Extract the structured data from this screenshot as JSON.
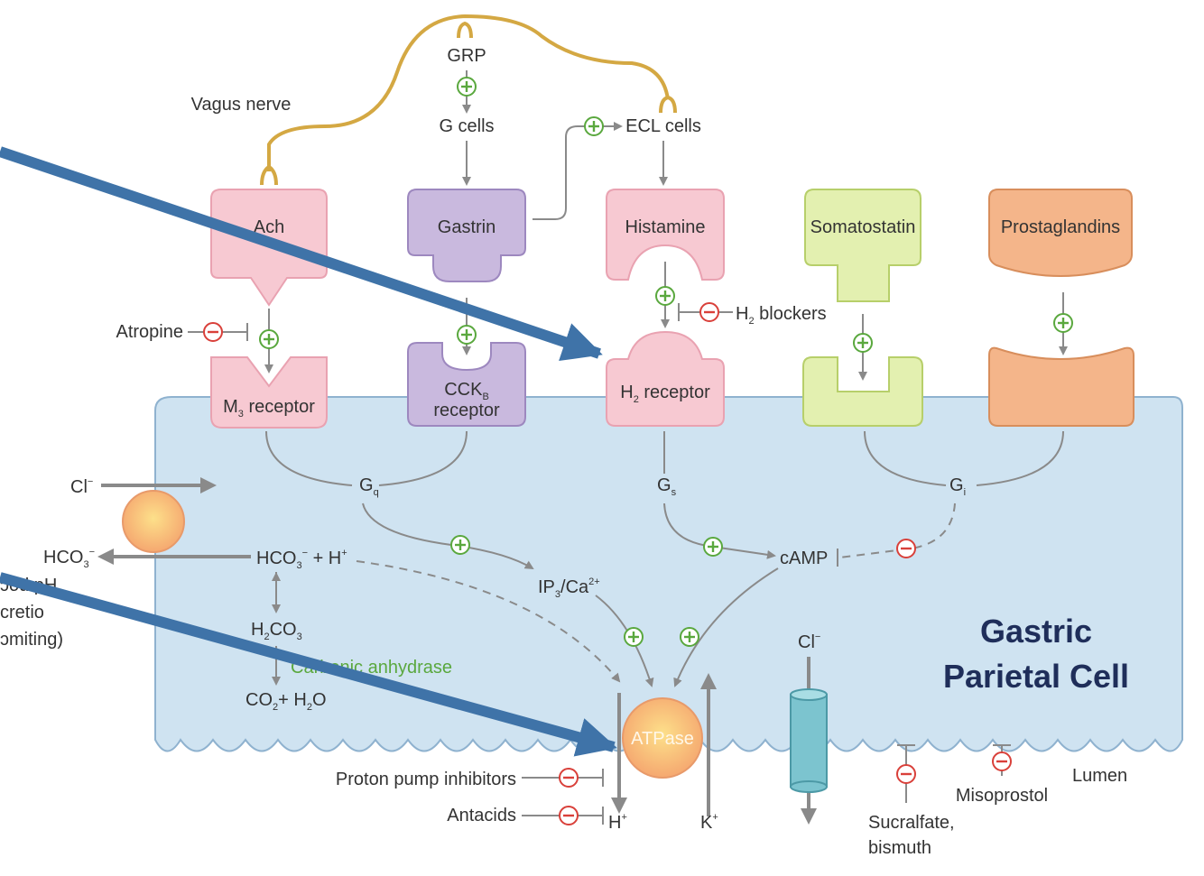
{
  "labels": {
    "grp": "GRP",
    "vagus_nerve": "Vagus nerve",
    "g_cells": "G cells",
    "ecl_cells": "ECL cells",
    "ach": "Ach",
    "gastrin": "Gastrin",
    "histamine": "Histamine",
    "somatostatin": "Somatostatin",
    "prostaglandins": "Prostaglandins",
    "atropine": "Atropine",
    "h2_blockers_pre": "H",
    "h2_blockers_sub": "2",
    "h2_blockers_post": " blockers",
    "m3_pre": "M",
    "m3_sub": "3",
    "m3_post": " receptor",
    "cckb_pre": "CCK",
    "cckb_sub": "B",
    "cckb_line2": "receptor",
    "h2r_pre": "H",
    "h2r_sub": "2",
    "h2r_post": " receptor",
    "gq": "G",
    "gq_sub": "q",
    "gs": "G",
    "gs_sub": "s",
    "gi": "G",
    "gi_sub": "i",
    "cl_left": "Cl",
    "cl_left_sup": "−",
    "hco3_left": "HCO",
    "hco3_left_sub": "3",
    "hco3_left_sup": "−",
    "cut_text_1": "ɔod pH",
    "cut_text_2": "cretio",
    "cut_text_3": "ɔmiting)",
    "hco3_h": "HCO",
    "hco3_h_sub": "3",
    "hco3_h_sup": "−",
    "hco3_h_rest": " + H",
    "hco3_h_sup2": "+",
    "h2co3_pre": "H",
    "h2co3_sub": "2",
    "h2co3_post": "CO",
    "h2co3_sub2": "3",
    "carbonic_anhydrase": "Carbonic anhydrase",
    "co2_pre": "CO",
    "co2_sub": "2",
    "co2_mid": "+ H",
    "co2_sub2": "2",
    "co2_post": "O",
    "ip3_pre": "IP",
    "ip3_sub": "3",
    "ip3_mid": "/Ca",
    "ip3_sup": "2+",
    "camp": "cAMP",
    "cl_right": "Cl",
    "cl_right_sup": "−",
    "atpase": "ATPase",
    "ppi": "Proton pump inhibitors",
    "antacids": "Antacids",
    "h_plus": "H",
    "h_plus_sup": "+",
    "k_plus": "K",
    "k_plus_sup": "+",
    "misoprostol": "Misoprostol",
    "sucralfate_1": "Sucralfate,",
    "sucralfate_2": "bismuth",
    "lumen": "Lumen",
    "cell_title_1": "Gastric",
    "cell_title_2": "Parietal Cell"
  },
  "colors": {
    "cell_fill": "#cfe3f1",
    "cell_stroke": "#8fb2cf",
    "nerve": "#d4a843",
    "arrow_gray": "#8a8a8a",
    "plus_green": "#5aa83e",
    "minus_red": "#d9403a",
    "pink": "#f7c9d2",
    "pink_stroke": "#e9a2b1",
    "purple": "#c9b9de",
    "purple_stroke": "#9d88bf",
    "lime": "#e3f0b0",
    "lime_stroke": "#b7cf6a",
    "orange": "#f4b58a",
    "orange_stroke": "#d88e5c",
    "blue_pointer": "#3f73a8",
    "title_navy": "#1f2e5a"
  }
}
